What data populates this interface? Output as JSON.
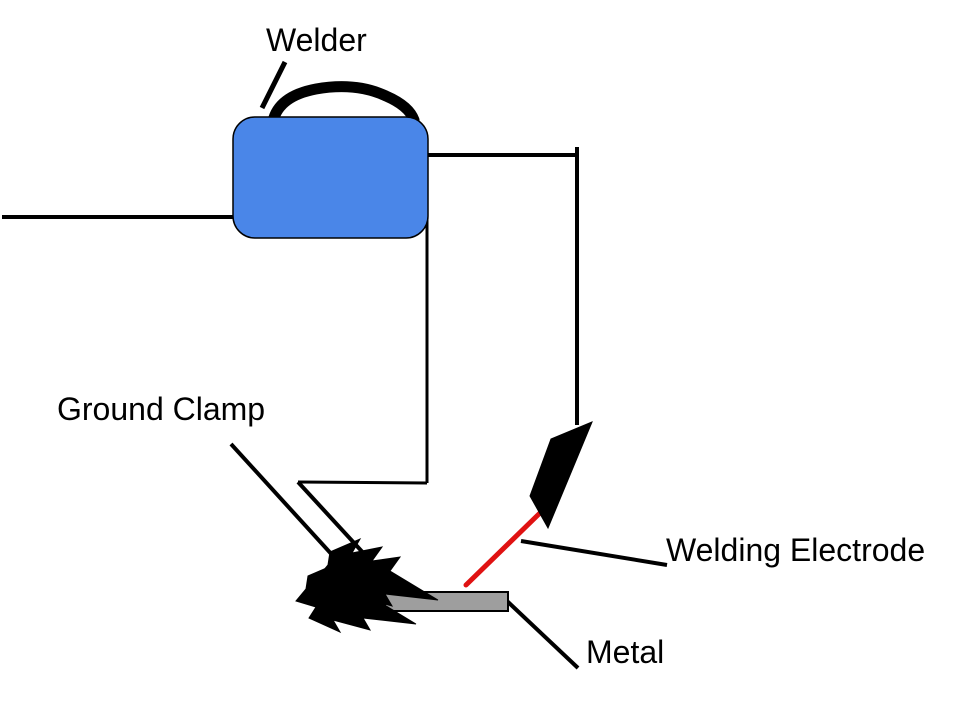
{
  "diagram": {
    "background_color": "#ffffff",
    "line_color": "#000000",
    "labels": {
      "welder": "Welder",
      "ground_clamp": "Ground Clamp",
      "welding_electrode": "Welding Electrode",
      "metal": "Metal"
    },
    "colors": {
      "welder_fill": "#4a86e8",
      "metal_fill": "#9e9e9e",
      "electrode_red": "#e01212"
    }
  }
}
